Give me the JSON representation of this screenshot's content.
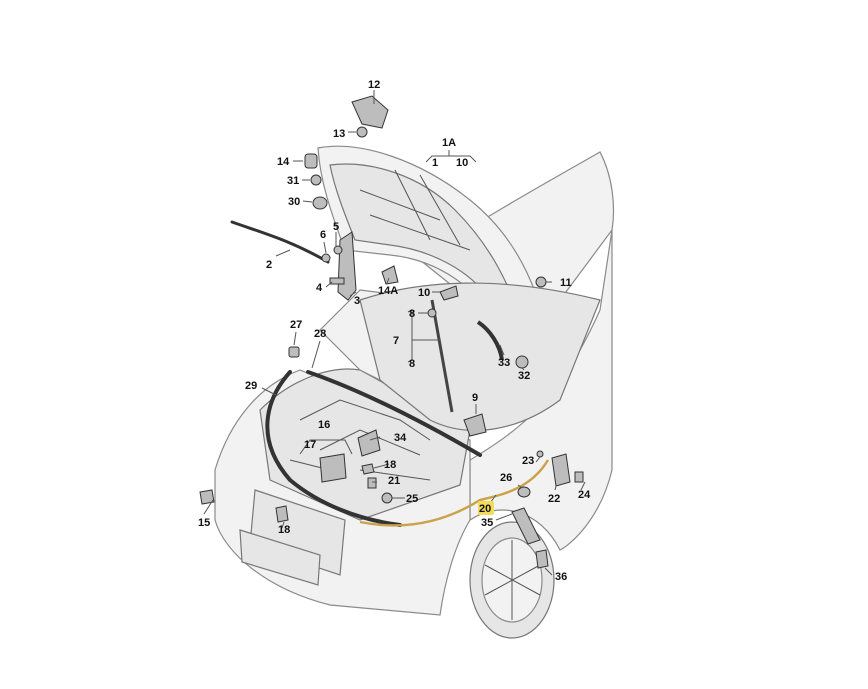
{
  "labels": {
    "p1": "1",
    "p1a": "1A",
    "p10a": "10",
    "p2": "2",
    "p3": "3",
    "p4": "4",
    "p5": "5",
    "p6": "6",
    "p7": "7",
    "p8a": "8",
    "p8b": "8",
    "p9": "9",
    "p10": "10",
    "p11": "11",
    "p12": "12",
    "p13": "13",
    "p14": "14",
    "p14a": "14A",
    "p15": "15",
    "p16": "16",
    "p17": "17",
    "p18a": "18",
    "p18b": "18",
    "p20": "20",
    "p21": "21",
    "p22": "22",
    "p23": "23",
    "p24": "24",
    "p25": "25",
    "p26": "26",
    "p27": "27",
    "p28": "28",
    "p29": "29",
    "p30": "30",
    "p31": "31",
    "p32": "32",
    "p33": "33",
    "p34": "34",
    "p35": "35",
    "p36": "36"
  },
  "colors": {
    "highlight": "#f3dc58",
    "release_cable": "#c9a24a",
    "line_art": "#555555"
  }
}
